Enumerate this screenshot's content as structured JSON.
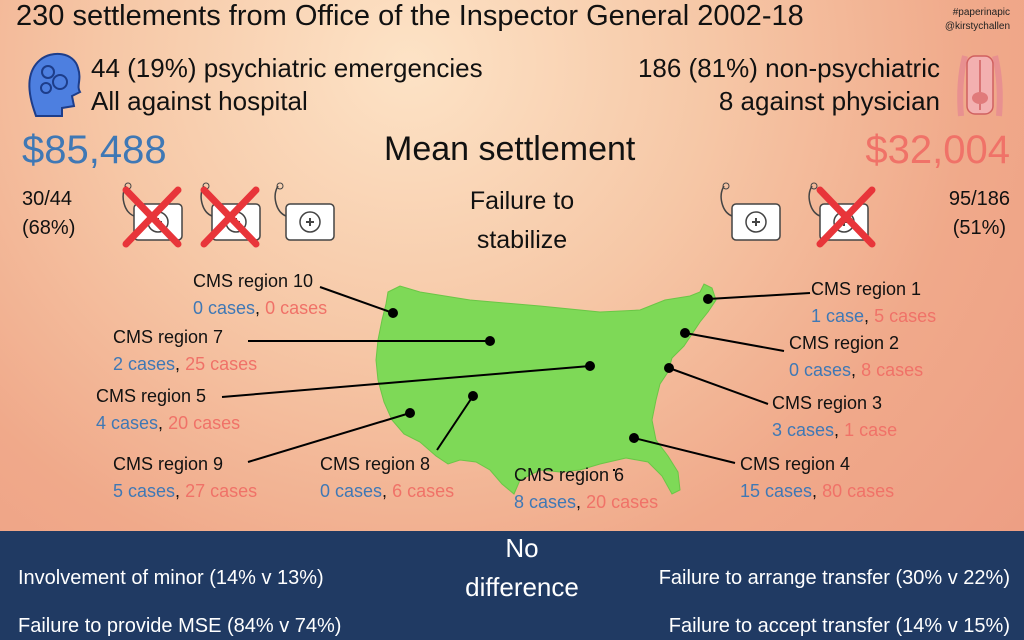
{
  "title": "230 settlements from Office of the Inspector General 2002-18",
  "tags": [
    "#paperinapic",
    "@kirstychallen"
  ],
  "left": {
    "line1": "44 (19%) psychiatric emergencies",
    "line2": "All against hospital",
    "mean": "$85,488",
    "fraction": "30/44",
    "percent": "(68%)"
  },
  "right": {
    "line1": "186 (81%) non-psychiatric",
    "line2": "8 against physician",
    "mean": "$32,004",
    "fraction": "95/186",
    "percent": "(51%)"
  },
  "center": {
    "mean_label": "Mean settlement",
    "failure_line1": "Failure to",
    "failure_line2": "stabilize"
  },
  "regions": {
    "r10": {
      "label": "CMS region 10",
      "blue": "0 cases",
      "red": "0 cases"
    },
    "r7": {
      "label": "CMS region 7",
      "blue": "2 cases",
      "red": "25 cases"
    },
    "r5": {
      "label": "CMS region 5",
      "blue": "4 cases",
      "red": "20 cases"
    },
    "r9": {
      "label": "CMS region 9",
      "blue": "5 cases",
      "red": "27 cases"
    },
    "r8": {
      "label": "CMS region 8",
      "blue": "0 cases",
      "red": "6 cases"
    },
    "r6": {
      "label": "CMS region 6",
      "blue": "8 cases",
      "red": "20 cases"
    },
    "r1": {
      "label": "CMS region 1",
      "blue": "1 case",
      "red": "5 cases"
    },
    "r2": {
      "label": "CMS region 2",
      "blue": "0 cases",
      "red": "8 cases"
    },
    "r3": {
      "label": "CMS region 3",
      "blue": "3 cases",
      "red": "1 case"
    },
    "r4": {
      "label": "CMS region 4",
      "blue": "15 cases",
      "red": "80 cases"
    }
  },
  "comma": ",",
  "bottom": {
    "no_diff_line1": "No",
    "no_diff_line2": "difference",
    "left1": "Involvement of minor (14% v 13%)",
    "left2": "Failure to provide MSE (84% v 74%)",
    "right1": "Failure to arrange transfer (30% v 22%)",
    "right2": "Failure to accept transfer (14% v 15%)"
  },
  "icons": [
    "brain-head-icon",
    "torso-icon",
    "medical-kit-icon",
    "cross-out-icon"
  ],
  "colors": {
    "blue": "#3f78b5",
    "red": "#f07268",
    "map": "#7ed957",
    "footer": "#203a63"
  }
}
